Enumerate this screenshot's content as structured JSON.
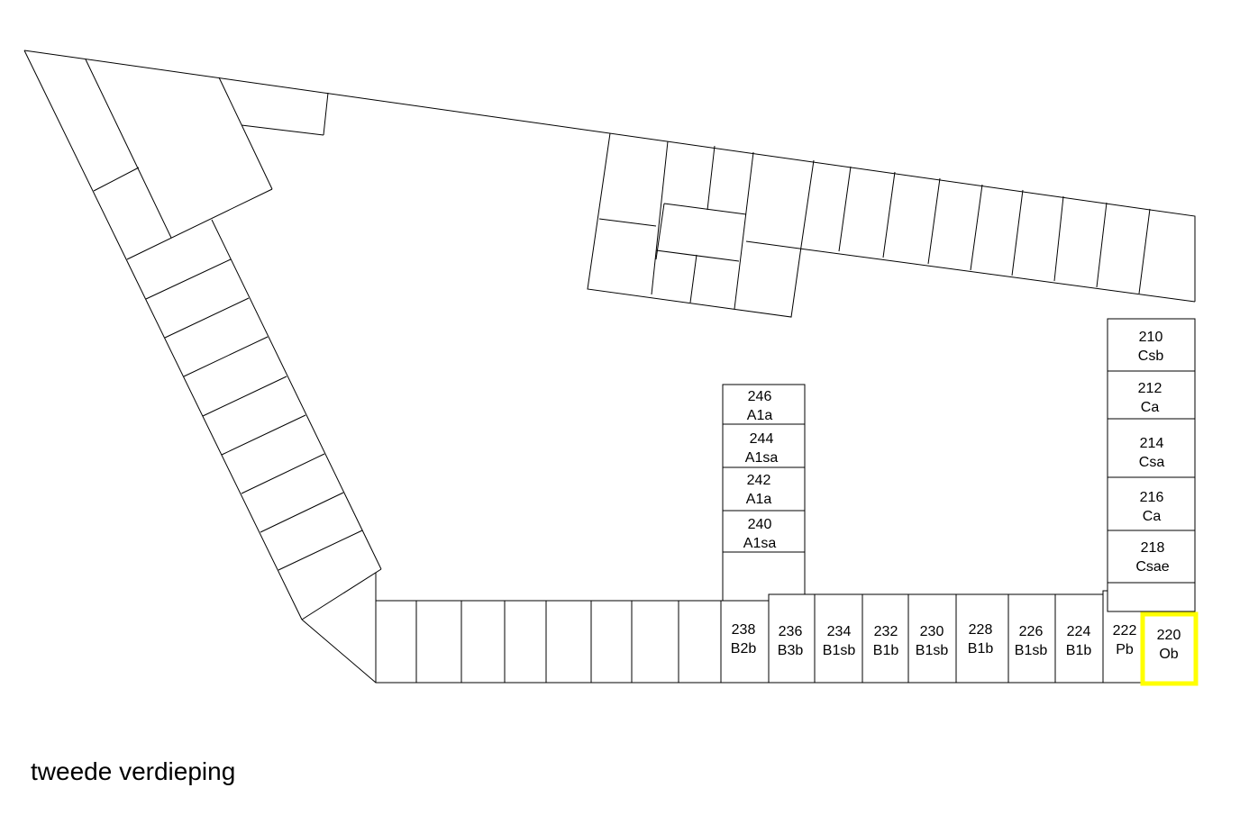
{
  "floor_label": "tweede verdieping",
  "colors": {
    "line": "#000000",
    "highlight": "#ffff00",
    "background": "#ffffff"
  },
  "selected_unit": "220",
  "units": {
    "u246": {
      "number": "246",
      "type": "A1a"
    },
    "u244": {
      "number": "244",
      "type": "A1sa"
    },
    "u242": {
      "number": "242",
      "type": "A1a"
    },
    "u240": {
      "number": "240",
      "type": "A1sa"
    },
    "u238": {
      "number": "238",
      "type": "B2b"
    },
    "u236": {
      "number": "236",
      "type": "B3b"
    },
    "u234": {
      "number": "234",
      "type": "B1sb"
    },
    "u232": {
      "number": "232",
      "type": "B1b"
    },
    "u230": {
      "number": "230",
      "type": "B1sb"
    },
    "u228": {
      "number": "228",
      "type": "B1b"
    },
    "u226": {
      "number": "226",
      "type": "B1sb"
    },
    "u224": {
      "number": "224",
      "type": "B1b"
    },
    "u222": {
      "number": "222",
      "type": "Pb"
    },
    "u220": {
      "number": "220",
      "type": "Ob"
    },
    "u210": {
      "number": "210",
      "type": "Csb"
    },
    "u212": {
      "number": "212",
      "type": "Ca"
    },
    "u214": {
      "number": "214",
      "type": "Csa"
    },
    "u216": {
      "number": "216",
      "type": "Ca"
    },
    "u218": {
      "number": "218",
      "type": "Csae"
    }
  }
}
